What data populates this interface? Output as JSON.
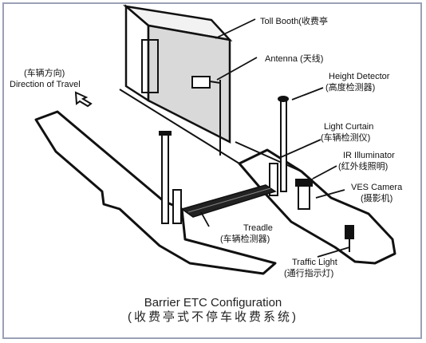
{
  "labels": {
    "toll_booth": "Toll Booth(收费亭",
    "antenna": "Antenna (天线)",
    "height_detector_en": "Height Detector",
    "height_detector_zh": "(高度检测器)",
    "light_curtain_en": "Light Curtain",
    "light_curtain_zh": "(车辆检测仪)",
    "ir_illuminator_en": "IR Illuminator",
    "ir_illuminator_zh": "(红外线照明)",
    "ves_camera_en": "VES Camera",
    "ves_camera_zh": "(摄影机)",
    "direction_zh": "(车辆方向)",
    "direction_en": "Direction of Travel",
    "treadle_en": "Treadle",
    "treadle_zh": "(车辆检测器)",
    "traffic_light_en": "Traffic Light",
    "traffic_light_zh": "(通行指示灯)"
  },
  "caption": {
    "title": "Barrier ETC Configuration",
    "subtitle": "(收费亭式不停车收费系统)"
  }
}
